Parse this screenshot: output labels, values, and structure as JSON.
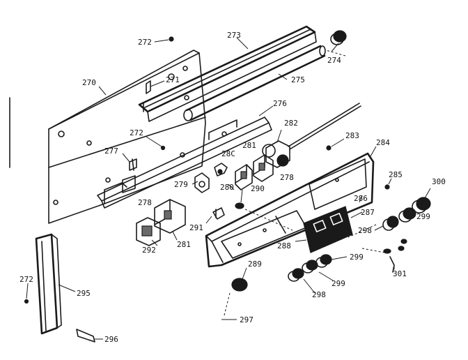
{
  "labels": [
    {
      "id": "272a",
      "text": "272"
    },
    {
      "id": "273",
      "text": "273"
    },
    {
      "id": "274",
      "text": "274"
    },
    {
      "id": "275",
      "text": "275"
    },
    {
      "id": "270",
      "text": "270"
    },
    {
      "id": "271",
      "text": "271"
    },
    {
      "id": "276",
      "text": "276"
    },
    {
      "id": "282",
      "text": "282"
    },
    {
      "id": "283",
      "text": "283"
    },
    {
      "id": "284",
      "text": "284"
    },
    {
      "id": "272b",
      "text": "272"
    },
    {
      "id": "277",
      "text": "277"
    },
    {
      "id": "281a",
      "text": "281"
    },
    {
      "id": "280a",
      "text": "28C"
    },
    {
      "id": "278a",
      "text": "278"
    },
    {
      "id": "285",
      "text": "285"
    },
    {
      "id": "300",
      "text": "300"
    },
    {
      "id": "279",
      "text": "279"
    },
    {
      "id": "280b",
      "text": "280"
    },
    {
      "id": "290",
      "text": "290"
    },
    {
      "id": "286",
      "text": "286"
    },
    {
      "id": "287",
      "text": "287"
    },
    {
      "id": "299a",
      "text": "299"
    },
    {
      "id": "278b",
      "text": "278"
    },
    {
      "id": "291",
      "text": "291"
    },
    {
      "id": "298a",
      "text": "298"
    },
    {
      "id": "288",
      "text": "288"
    },
    {
      "id": "292",
      "text": "292"
    },
    {
      "id": "281b",
      "text": "281"
    },
    {
      "id": "299b",
      "text": "299"
    },
    {
      "id": "289",
      "text": "289"
    },
    {
      "id": "301",
      "text": "301"
    },
    {
      "id": "299c",
      "text": "299"
    },
    {
      "id": "272c",
      "text": "272"
    },
    {
      "id": "295",
      "text": "295"
    },
    {
      "id": "298b",
      "text": "298"
    },
    {
      "id": "297",
      "text": "297"
    },
    {
      "id": "296",
      "text": "296"
    }
  ]
}
